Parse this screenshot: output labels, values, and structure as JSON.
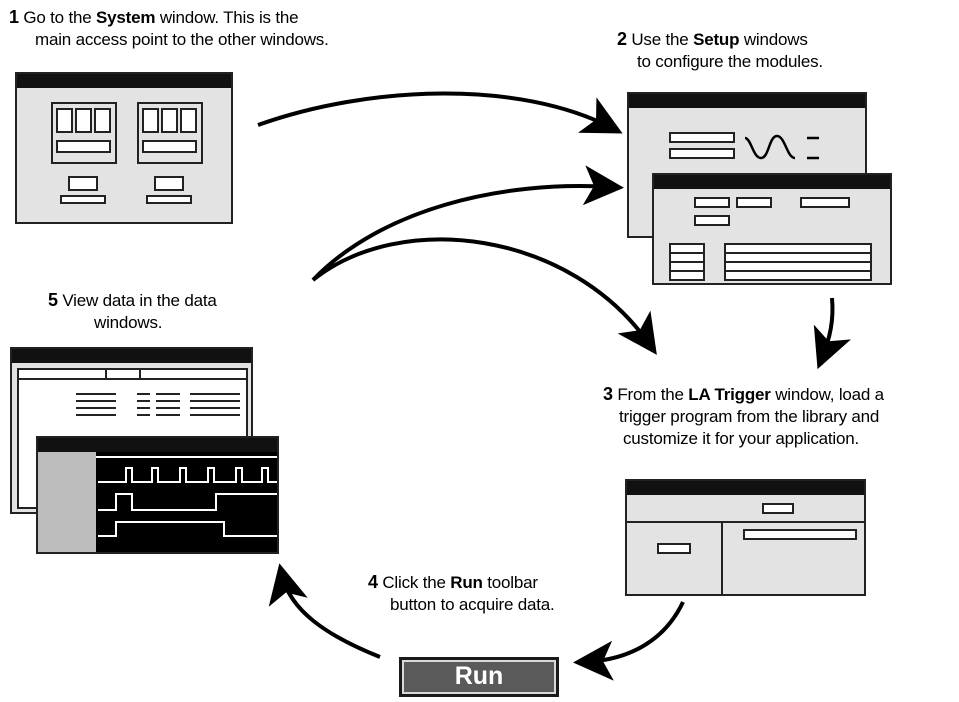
{
  "steps": [
    {
      "num": "1",
      "pre": "Go to the ",
      "bold": "System",
      "post": " window. This is the",
      "line2": "main access point to the other windows."
    },
    {
      "num": "2",
      "pre": "Use the ",
      "bold": "Setup",
      "post": " windows",
      "line2": "to configure the modules."
    },
    {
      "num": "3",
      "pre": "From the ",
      "bold": "LA Trigger",
      "post": " window, load a",
      "line2": "trigger program from the library and",
      "line3": "customize it for your application."
    },
    {
      "num": "4",
      "pre": "Click the ",
      "bold": "Run",
      "post": " toolbar",
      "line2": "button to acquire data."
    },
    {
      "num": "5",
      "pre": "View data in the data",
      "line2": "windows."
    }
  ],
  "run_button": {
    "label": "Run"
  }
}
